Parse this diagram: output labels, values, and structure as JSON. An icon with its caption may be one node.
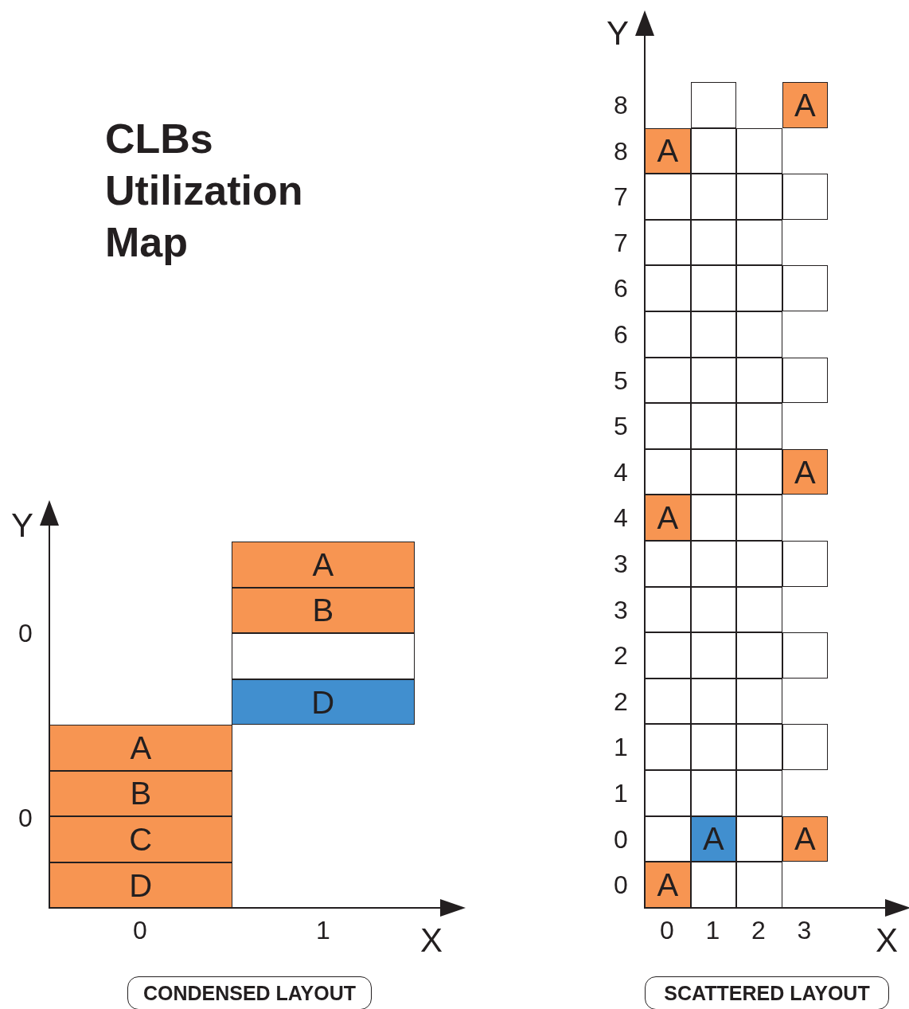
{
  "diagram": {
    "title": "CLBs Utilization Map",
    "nodes": [
      {
        "text": [
          "A"
        ]
      },
      {
        "text": [
          "B"
        ]
      },
      {
        "text": [],
        "shape": "box"
      },
      {
        "text": [
          "D"
        ]
      },
      {
        "text": [
          "A"
        ]
      },
      {
        "text": [
          "B"
        ]
      },
      {
        "text": [
          "C"
        ]
      },
      {
        "text": [
          "D"
        ]
      },
      {
        "text": [
          "CONDENSED LAYOUT"
        ]
      },
      {
        "text": [],
        "shape": "box"
      },
      {
        "text": [
          "A"
        ]
      },
      {
        "text": [
          "A"
        ]
      },
      {
        "text": [],
        "shape": "box"
      },
      {
        "text": [],
        "shape": "box"
      },
      {
        "text": [],
        "shape": "box"
      },
      {
        "text": [],
        "shape": "box"
      },
      {
        "text": [],
        "shape": "box"
      },
      {
        "text": [],
        "shape": "box"
      },
      {
        "text": [],
        "shape": "box"
      },
      {
        "text": [],
        "shape": "box"
      },
      {
        "text": [],
        "shape": "box"
      },
      {
        "text": [],
        "shape": "box"
      },
      {
        "text": [],
        "shape": "box"
      },
      {
        "text": [],
        "shape": "box"
      },
      {
        "text": [],
        "shape": "box"
      },
      {
        "text": [],
        "shape": "box"
      },
      {
        "text": [],
        "shape": "box"
      },
      {
        "text": [],
        "shape": "box"
      },
      {
        "text": [],
        "shape": "box"
      },
      {
        "text": [],
        "shape": "box"
      },
      {
        "text": [],
        "shape": "box"
      },
      {
        "text": [],
        "shape": "box"
      },
      {
        "text": [],
        "shape": "box"
      },
      {
        "text": [],
        "shape": "box"
      },
      {
        "text": [],
        "shape": "box"
      },
      {
        "text": [],
        "shape": "box"
      },
      {
        "text": [],
        "shape": "box"
      },
      {
        "text": [],
        "shape": "box"
      },
      {
        "text": [
          "A"
        ]
      },
      {
        "text": [
          "A"
        ]
      },
      {
        "text": [],
        "shape": "box"
      },
      {
        "text": [],
        "shape": "box"
      },
      {
        "text": [],
        "shape": "box"
      },
      {
        "text": [],
        "shape": "box"
      },
      {
        "text": [],
        "shape": "box"
      },
      {
        "text": [],
        "shape": "box"
      },
      {
        "text": [],
        "shape": "box"
      },
      {
        "text": [],
        "shape": "box"
      },
      {
        "text": [],
        "shape": "box"
      },
      {
        "text": [],
        "shape": "box"
      },
      {
        "text": [],
        "shape": "box"
      },
      {
        "text": [],
        "shape": "box"
      },
      {
        "text": [],
        "shape": "box"
      },
      {
        "text": [],
        "shape": "box"
      },
      {
        "text": [],
        "shape": "box"
      },
      {
        "text": [],
        "shape": "box"
      },
      {
        "text": [],
        "shape": "box"
      },
      {
        "text": [],
        "shape": "box"
      },
      {
        "text": [],
        "shape": "box"
      },
      {
        "text": [],
        "shape": "box"
      },
      {
        "text": [],
        "shape": "box"
      },
      {
        "text": [],
        "shape": "box"
      },
      {
        "text": [],
        "shape": "box"
      },
      {
        "text": [],
        "shape": "box"
      },
      {
        "text": [
          "A"
        ]
      },
      {
        "text": [],
        "shape": "box"
      },
      {
        "text": [
          "A"
        ]
      },
      {
        "text": [
          "A"
        ]
      },
      {
        "text": [],
        "shape": "box"
      },
      {
        "text": [],
        "shape": "box"
      },
      {
        "text": [
          "SCATTERED LAYOUT"
        ]
      }
    ],
    "labels": [
      "Y",
      "0",
      "0",
      "0",
      "1",
      "X",
      "Y",
      "8",
      "8",
      "7",
      "7",
      "6",
      "6",
      "5",
      "5",
      "4",
      "4",
      "3",
      "3",
      "2",
      "2",
      "1",
      "1",
      "0",
      "0",
      "0",
      "1",
      "2",
      "3",
      "X"
    ]
  }
}
